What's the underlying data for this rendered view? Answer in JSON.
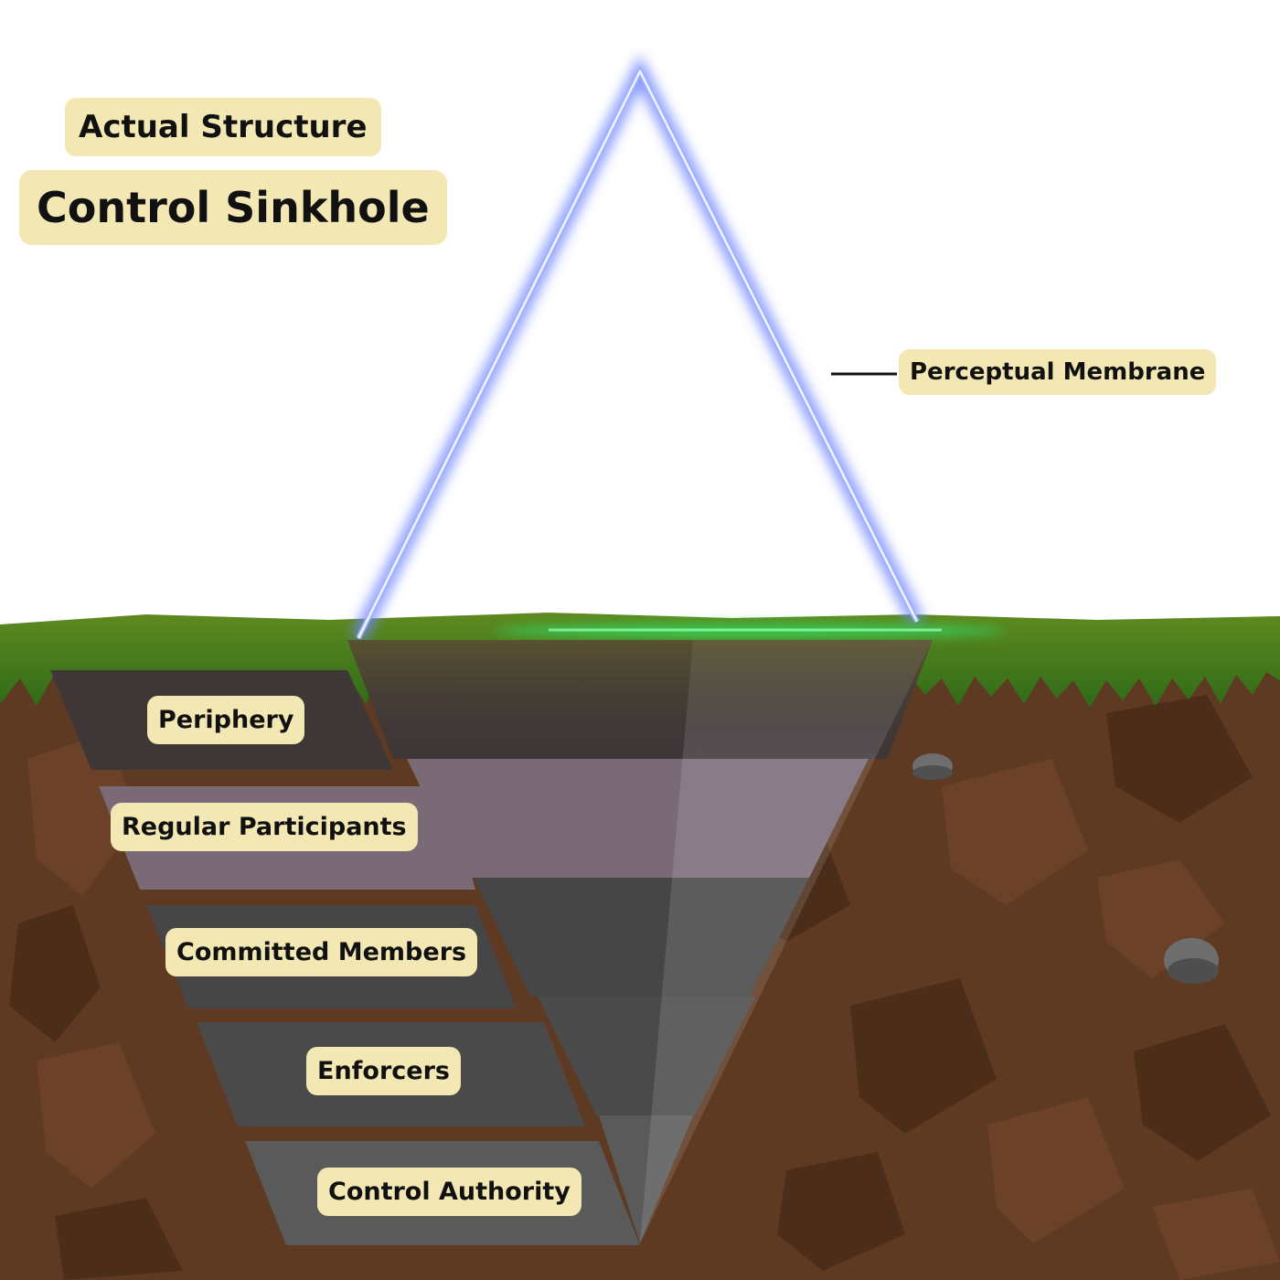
{
  "title": "Control Sinkhole",
  "subtitle": "Actual Structure",
  "membrane_label": "Perceptual Membrane",
  "layers": [
    {
      "name": "Periphery",
      "color": "#3f3638"
    },
    {
      "name": "Regular Participants",
      "color": "#7a6a76"
    },
    {
      "name": "Committed Members",
      "color": "#474646"
    },
    {
      "name": "Enforcers",
      "color": "#4b4a4b"
    },
    {
      "name": "Control Authority",
      "color": "#5a5a5a"
    }
  ],
  "colors": {
    "label_background": "#f3e8b4",
    "soil": "#5e3a22",
    "grass": "#3f7a1e",
    "membrane_glow": "#6f86ff",
    "surface_glow": "#35d25c"
  }
}
